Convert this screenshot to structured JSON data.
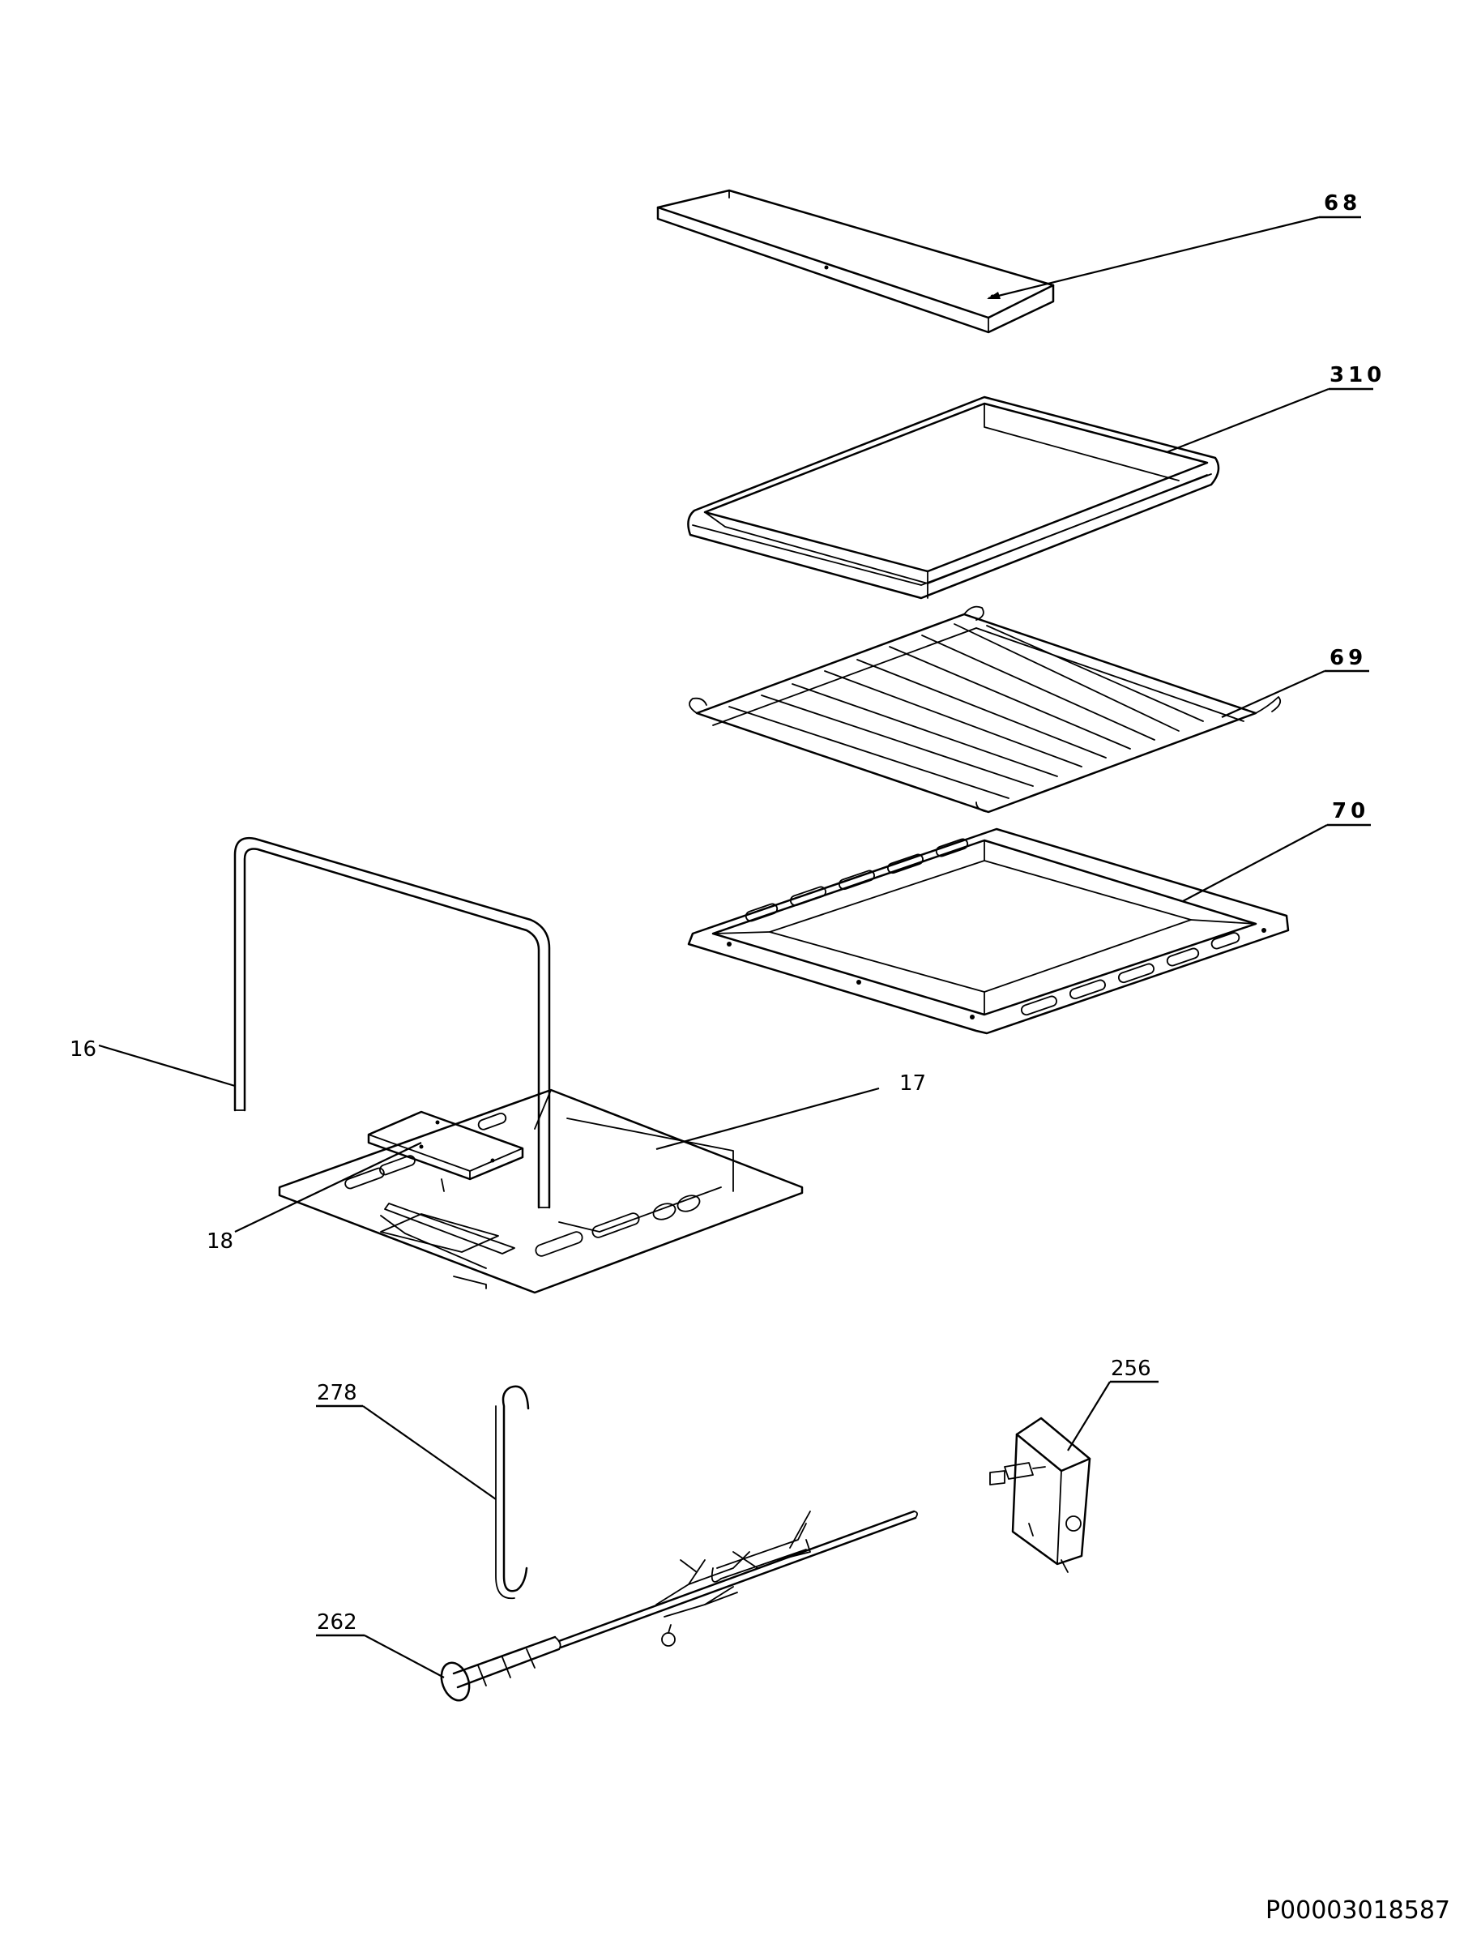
{
  "diagram": {
    "labels": {
      "p68": "68",
      "p310": "310",
      "p69": "69",
      "p70": "70",
      "p16": "16",
      "p17": "17",
      "p18": "18",
      "p278": "278",
      "p256": "256",
      "p262": "262"
    },
    "document_id": "P00003018587"
  }
}
